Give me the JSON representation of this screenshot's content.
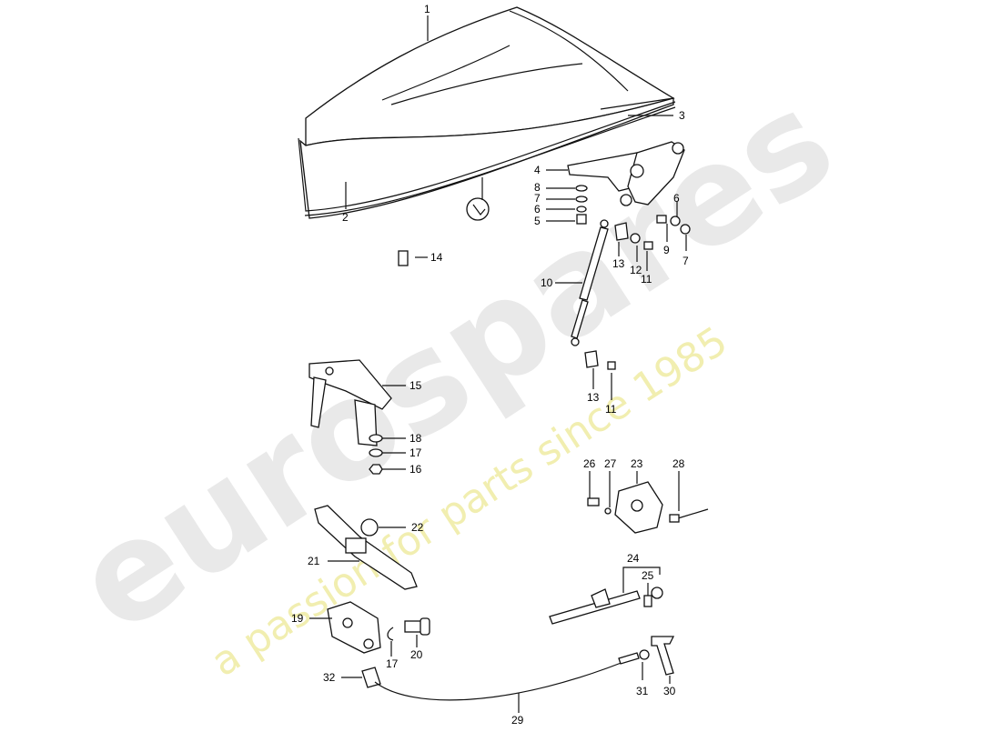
{
  "watermark": {
    "brand": "eurospares",
    "tagline": "a passion for parts since 1985"
  },
  "callouts": {
    "c1": "1",
    "c2": "2",
    "c3": "3",
    "c4": "4",
    "c5": "5",
    "c6a": "6",
    "c6b": "6",
    "c7a": "7",
    "c7b": "7",
    "c8": "8",
    "c9": "9",
    "c10": "10",
    "c11a": "11",
    "c11b": "11",
    "c12": "12",
    "c13a": "13",
    "c13b": "13",
    "c14": "14",
    "c15": "15",
    "c16": "16",
    "c17a": "17",
    "c17b": "17",
    "c18": "18",
    "c19": "19",
    "c20": "20",
    "c21": "21",
    "c22": "22",
    "c23": "23",
    "c24": "24",
    "c25": "25",
    "c26": "26",
    "c27": "27",
    "c28": "28",
    "c29": "29",
    "c30": "30",
    "c31": "31",
    "c32": "32"
  }
}
